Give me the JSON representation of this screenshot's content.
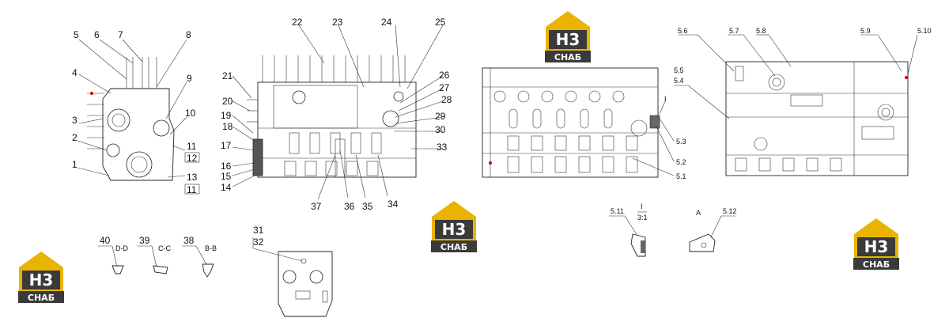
{
  "logo": {
    "mark": "H3",
    "text": "CHAБ",
    "colors": {
      "gold": "#e8b400",
      "dark": "#3a3a3a",
      "white": "#ffffff"
    }
  },
  "front_view": {
    "labels": [
      "1",
      "2",
      "3",
      "4",
      "5",
      "6",
      "7",
      "8",
      "9",
      "10",
      "11",
      "12",
      "13",
      "11"
    ]
  },
  "side_view": {
    "labels": [
      "14",
      "15",
      "16",
      "17",
      "18",
      "19",
      "20",
      "21",
      "22",
      "23",
      "24",
      "25",
      "26",
      "27",
      "28",
      "29",
      "30",
      "33",
      "34",
      "35",
      "36",
      "37"
    ]
  },
  "detail_views": {
    "d_d": {
      "number": "40",
      "section": "D-D"
    },
    "c_c": {
      "number": "39",
      "section": "C-C"
    },
    "b_b": {
      "number": "38",
      "section": "B-B"
    },
    "plate": {
      "labels": [
        "31",
        "32"
      ]
    }
  },
  "block_view_left": {
    "labels": [
      "5.1",
      "5.2",
      "5.3"
    ],
    "detail_mark": "I"
  },
  "block_view_right": {
    "labels": [
      "5.4",
      "5.5",
      "5.6",
      "5.7",
      "5.8",
      "5.9",
      "5.10"
    ]
  },
  "small_details": {
    "i_detail": {
      "number": "5.11",
      "mark": "I",
      "scale": "3:1"
    },
    "a_detail": {
      "number": "5.12",
      "mark": "A"
    }
  }
}
